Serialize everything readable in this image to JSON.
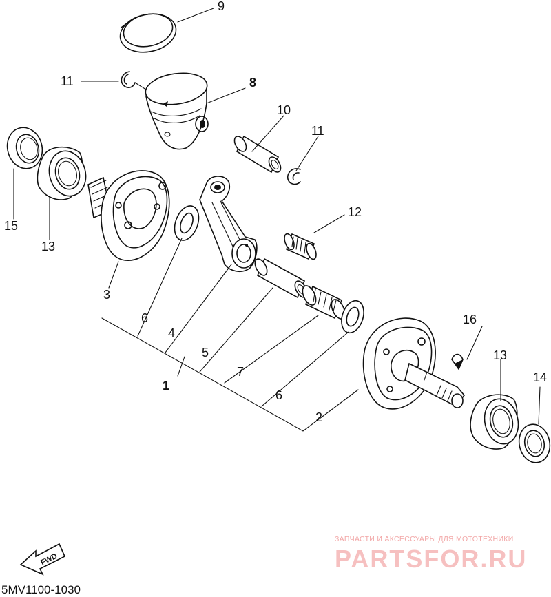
{
  "diagram": {
    "callouts": {
      "p1": "1",
      "p2": "2",
      "p3": "3",
      "p4": "4",
      "p5": "5",
      "p6a": "6",
      "p6b": "6",
      "p7": "7",
      "p8": "8",
      "p9": "9",
      "p10": "10",
      "p11a": "11",
      "p11b": "11",
      "p12": "12",
      "p13a": "13",
      "p13b": "13",
      "p14": "14",
      "p15": "15",
      "p16": "16"
    },
    "fwd_label": "FWD",
    "drawing_code": "5MV1100-1030"
  },
  "watermark": {
    "tagline": "ЗАПЧАСТИ И АКСЕССУАРЫ ДЛЯ МОТОТЕХНИКИ",
    "brand": "PARTSFOR.RU"
  }
}
